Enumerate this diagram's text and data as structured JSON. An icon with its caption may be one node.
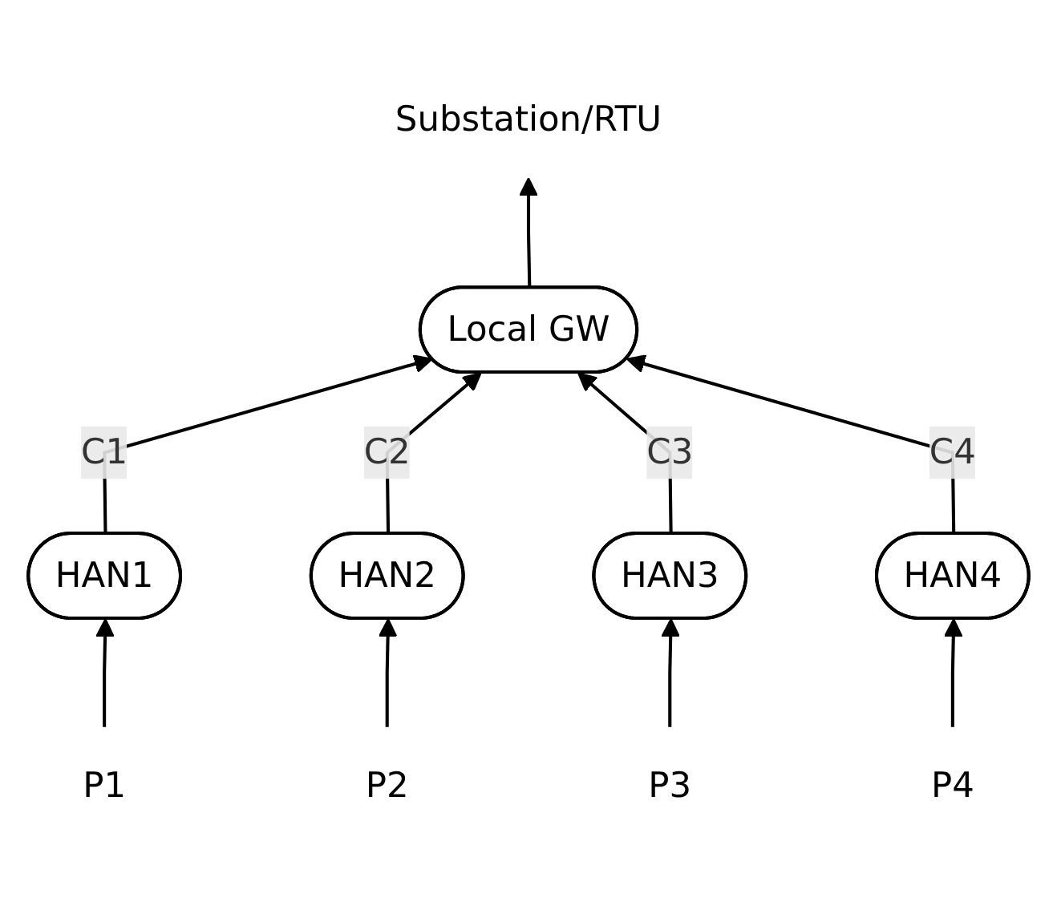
{
  "diagram": {
    "nodes": [
      {
        "text": [
          "Local GW"
        ]
      },
      {
        "text": [
          "Substation/RTU"
        ]
      },
      {
        "text": [
          "HAN1"
        ]
      },
      {
        "text": [
          "HAN2"
        ]
      },
      {
        "text": [
          "HAN3"
        ]
      },
      {
        "text": [
          "HAN4"
        ]
      },
      {
        "text": [
          "P1"
        ]
      },
      {
        "text": [
          "P2"
        ]
      },
      {
        "text": [
          "P3"
        ]
      },
      {
        "text": [
          "P4"
        ]
      }
    ],
    "edges": [
      {
        "from": 0,
        "to": 1,
        "arrow": "to"
      },
      {
        "from": 2,
        "to": 0,
        "arrow": "to",
        "label": "C1"
      },
      {
        "from": 3,
        "to": 0,
        "arrow": "to",
        "label": "C2"
      },
      {
        "from": 4,
        "to": 0,
        "arrow": "to",
        "label": "C3"
      },
      {
        "from": 5,
        "to": 0,
        "arrow": "to",
        "label": "C4"
      },
      {
        "from": 6,
        "to": 2,
        "arrow": "to"
      },
      {
        "from": 7,
        "to": 3,
        "arrow": "to"
      },
      {
        "from": 8,
        "to": 4,
        "arrow": "to"
      },
      {
        "from": 9,
        "to": 5,
        "arrow": "to"
      }
    ]
  }
}
